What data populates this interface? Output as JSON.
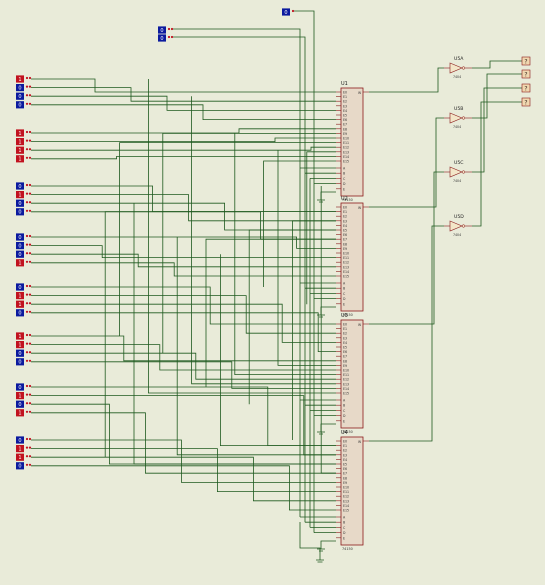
{
  "schematic": {
    "palette": {
      "background": "#e9ebd9",
      "wire": "#1f5a1f",
      "chip_fill": "#e7d9c8",
      "chip_border": "#8b1a1a",
      "pin": "#8b1a1a",
      "logic_low": "#0b1a9e",
      "logic_high": "#c1121f",
      "buffer_fill": "#f3e6c8",
      "probe_fill": "#f0d7b0"
    },
    "chips": [
      {
        "ref": "U1",
        "part": "74150"
      },
      {
        "ref": "U2",
        "part": "74150"
      },
      {
        "ref": "U3",
        "part": "74150"
      },
      {
        "ref": "U4",
        "part": "74150"
      }
    ],
    "chip_pin_labels": [
      "E0",
      "E1",
      "E2",
      "E3",
      "E4",
      "E5",
      "E6",
      "E7",
      "E8",
      "E9",
      "E10",
      "E11",
      "E12",
      "E13",
      "E14",
      "E15",
      "A",
      "B",
      "C",
      "D",
      "E"
    ],
    "chip_output_label": "W",
    "buffers": [
      {
        "ref": "U5A",
        "part": "7404"
      },
      {
        "ref": "U5B",
        "part": "7404"
      },
      {
        "ref": "U5C",
        "part": "7404"
      },
      {
        "ref": "U5D",
        "part": "7404"
      }
    ],
    "probe_symbol": "?",
    "input_bank_left": [
      [
        "1",
        "0",
        "0",
        "0"
      ],
      [
        "1",
        "1",
        "1",
        "1"
      ],
      [
        "0",
        "1",
        "0",
        "0"
      ],
      [
        "0",
        "0",
        "0",
        "1"
      ],
      [
        "0",
        "1",
        "1",
        "0"
      ],
      [
        "1",
        "1",
        "0",
        "0"
      ],
      [
        "0",
        "1",
        "0",
        "1"
      ],
      [
        "0",
        "1",
        "1",
        "0"
      ]
    ],
    "select_pair": [
      "0",
      "0"
    ],
    "top_input": "0"
  }
}
